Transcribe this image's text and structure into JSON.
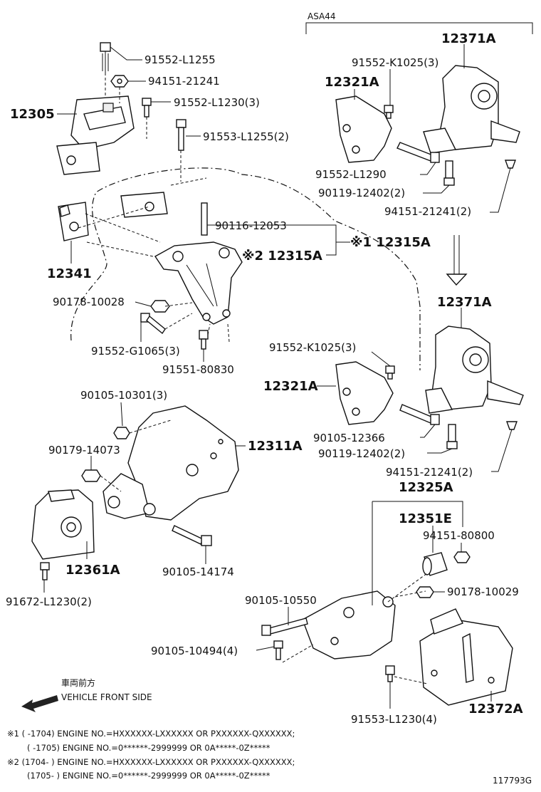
{
  "variant_label": "ASA44",
  "callouts": {
    "p91552_L1255": "91552-L1255",
    "p94151_21241": "94151-21241",
    "p12305": "12305",
    "p91552_L1230_3": "91552-L1230(3)",
    "p91553_L1255_2": "91553-L1255(2)",
    "p90116_12053": "90116-12053",
    "p12315A_note1": "※1 12315A",
    "p12315A_note2": "※2 12315A",
    "p12341": "12341",
    "p90178_10028": "90178-10028",
    "p91552_G1065_3": "91552-G1065(3)",
    "p91551_80830": "91551-80830",
    "p90105_10301_3": "90105-10301(3)",
    "p90179_14073": "90179-14073",
    "p12311A": "12311A",
    "p12361A": "12361A",
    "p90105_14174": "90105-14174",
    "p91672_L1230_2": "91672-L1230(2)",
    "p12371A_top": "12371A",
    "p91552_K1025_3_top": "91552-K1025(3)",
    "p12321A_top": "12321A",
    "p91552_L1290": "91552-L1290",
    "p90119_12402_2_top": "90119-12402(2)",
    "p94151_21241_2_top": "94151-21241(2)",
    "p12371A_mid": "12371A",
    "p91552_K1025_3_mid": "91552-K1025(3)",
    "p12321A_mid": "12321A",
    "p90105_12366": "90105-12366",
    "p90119_12402_2_mid": "90119-12402(2)",
    "p94151_21241_2_mid": "94151-21241(2)",
    "p12325A": "12325A",
    "p12351E": "12351E",
    "p94151_80800": "94151-80800",
    "p90178_10029": "90178-10029",
    "p90105_10550": "90105-10550",
    "p90105_10494_4": "90105-10494(4)",
    "p91553_L1230_4": "91553-L1230(4)",
    "p12372A": "12372A"
  },
  "direction": {
    "japanese": "車両前方",
    "english": "VEHICLE FRONT SIDE"
  },
  "footnotes": {
    "n1a": "※1 (      -1704) ENGINE NO.=HXXXXXX-LXXXXXX OR PXXXXXX-QXXXXXX;",
    "n1b": "(      -1705) ENGINE NO.=0******-2999999 OR 0A*****-0Z*****",
    "n2a": "※2 (1704-      ) ENGINE NO.=HXXXXXX-LXXXXXX OR PXXXXXX-QXXXXXX;",
    "n2b": "(1705-      ) ENGINE NO.=0******-2999999 OR 0A*****-0Z*****"
  },
  "figure_id": "117793G"
}
